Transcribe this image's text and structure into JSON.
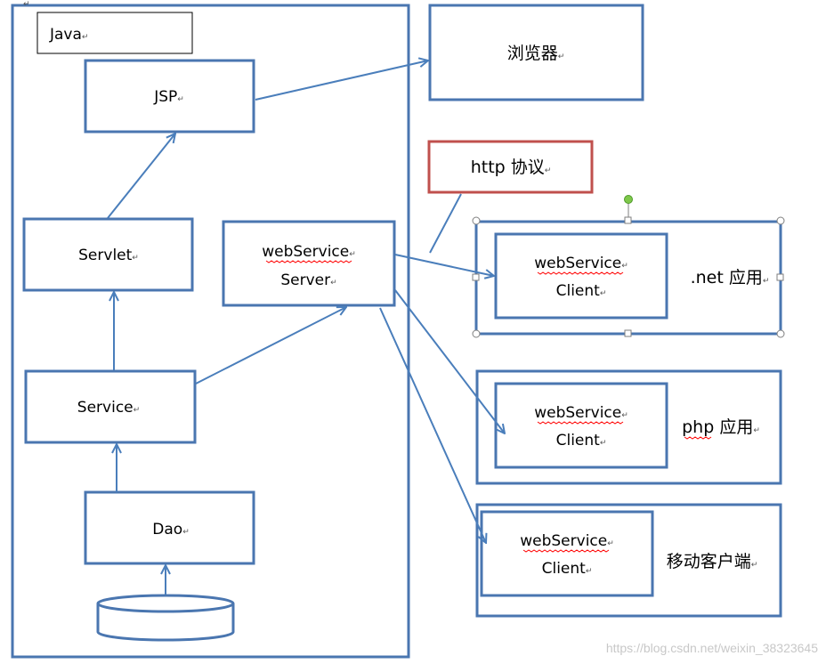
{
  "java_label": "Java",
  "jsp": "JSP",
  "servlet": "Servlet",
  "service": "Service",
  "dao": "Dao",
  "ws_server": {
    "line1": "webService",
    "line2": "Server"
  },
  "browser": "浏览器",
  "http": "http 协议",
  "clients": [
    {
      "line1": "webService",
      "line2": "Client",
      "app": ".net 应用"
    },
    {
      "line1": "webService",
      "line2": "Client",
      "app": "php 应用"
    },
    {
      "line1": "webService",
      "line2": "Client",
      "app": "移动客户端"
    }
  ],
  "para_mark": "↵",
  "watermark": "https://blog.csdn.net/weixin_38323645",
  "colors": {
    "box_stroke": "#4a76b0",
    "connector": "#4a7ebb",
    "http_stroke": "#c0504d",
    "spell_squiggle": "#ff0000"
  }
}
